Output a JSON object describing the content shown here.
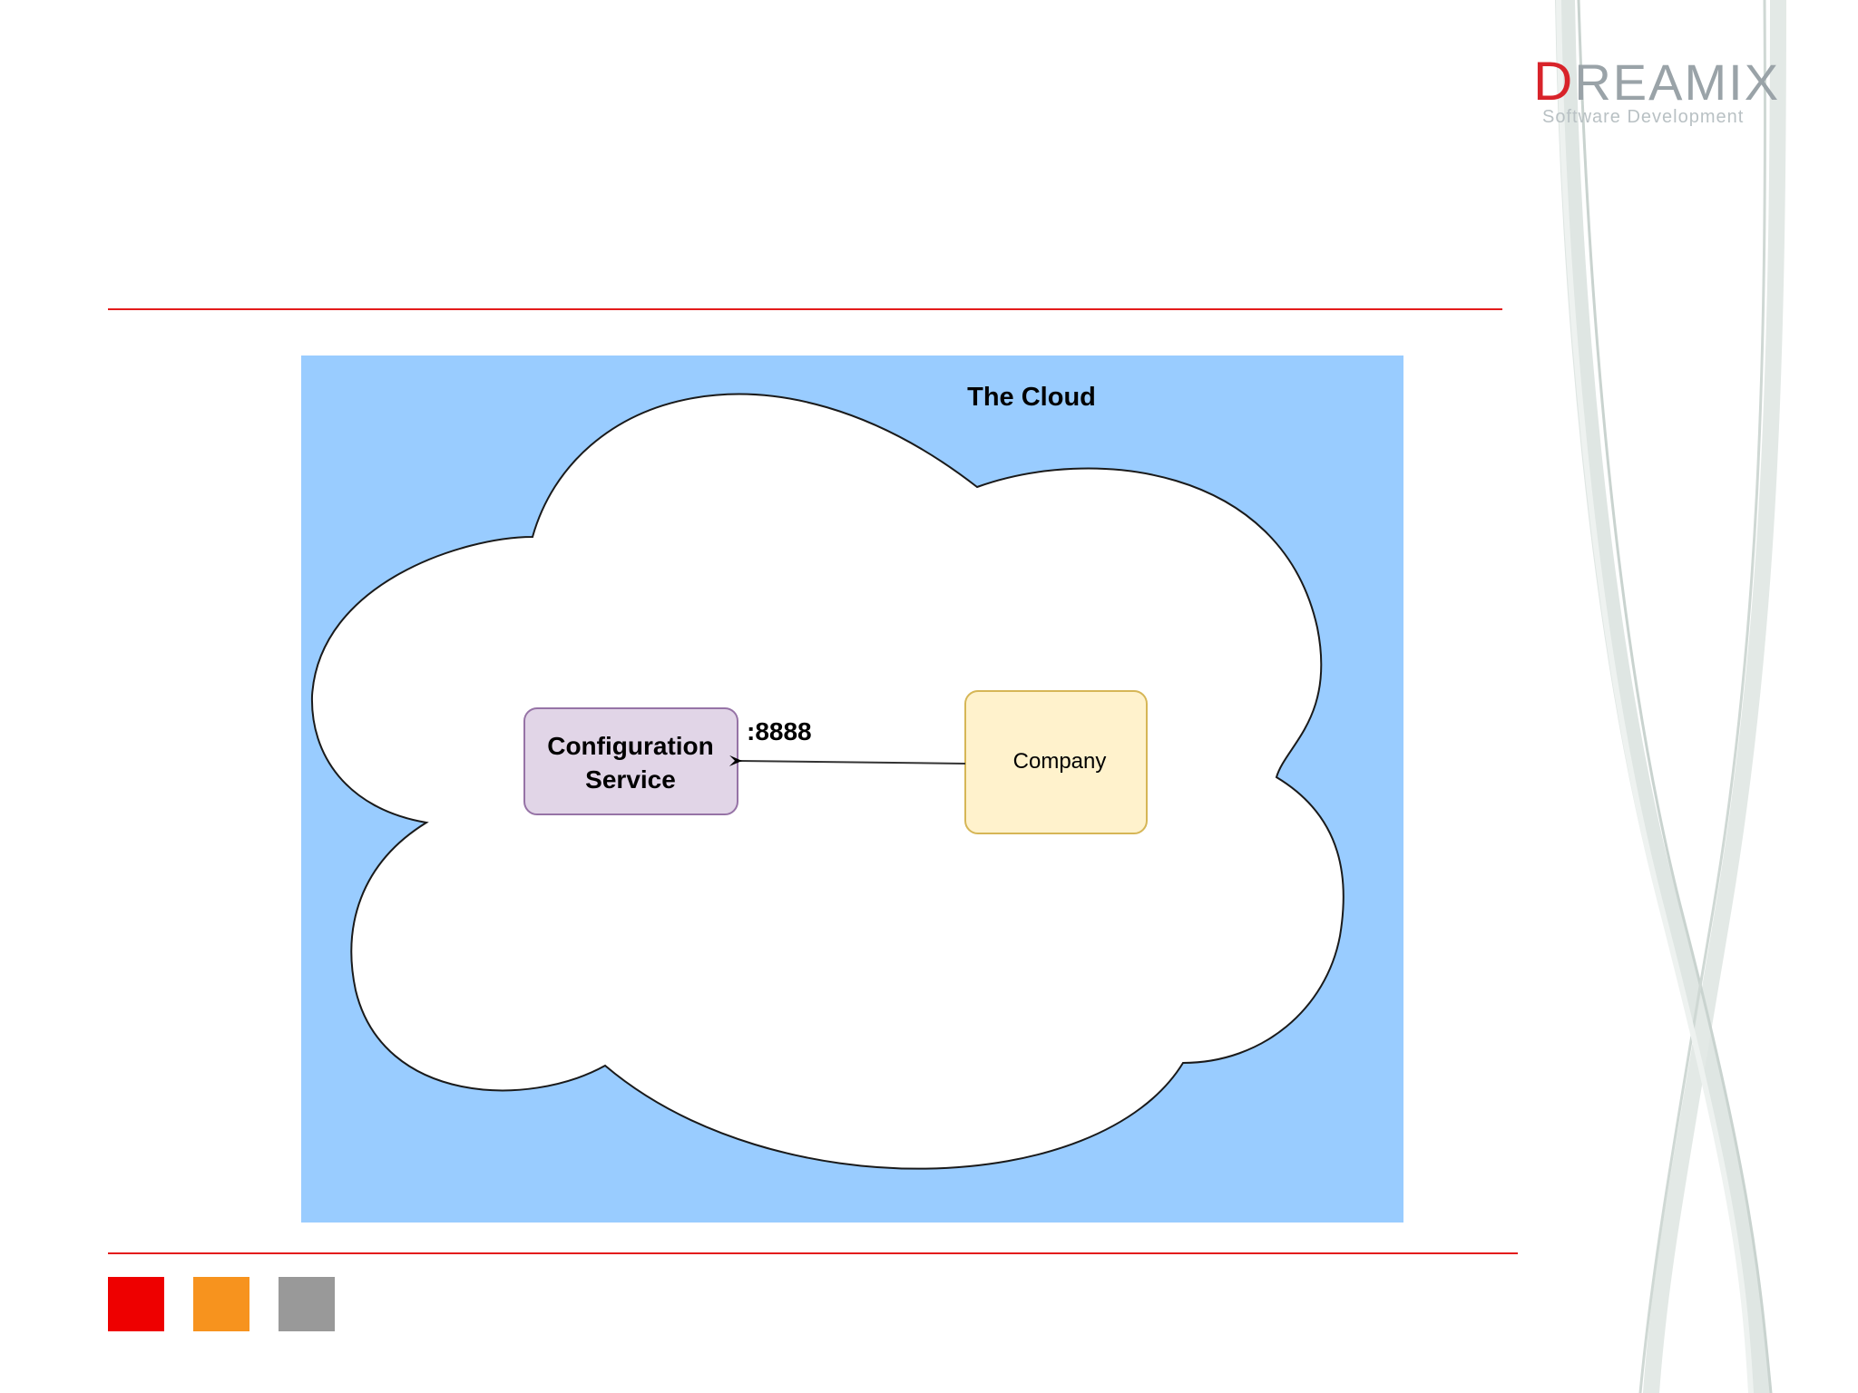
{
  "brand": {
    "name_first_letter": "D",
    "name_rest": "REAMIX",
    "tagline": "Software Development"
  },
  "diagram": {
    "title": "The Cloud",
    "config_service": {
      "line1": "Configuration",
      "line2": "Service"
    },
    "company": {
      "label": "Company"
    },
    "connection": {
      "port": ":8888"
    }
  },
  "colors": {
    "panel_background": "#99ccff",
    "cloud_fill": "#ffffff",
    "config_fill": "#e1d5e7",
    "config_stroke": "#9673a6",
    "company_fill": "#fff2cc",
    "company_stroke": "#d6b656",
    "rule": "#e31b1b",
    "swatches": [
      "#ee0000",
      "#f7931e",
      "#999999"
    ]
  }
}
